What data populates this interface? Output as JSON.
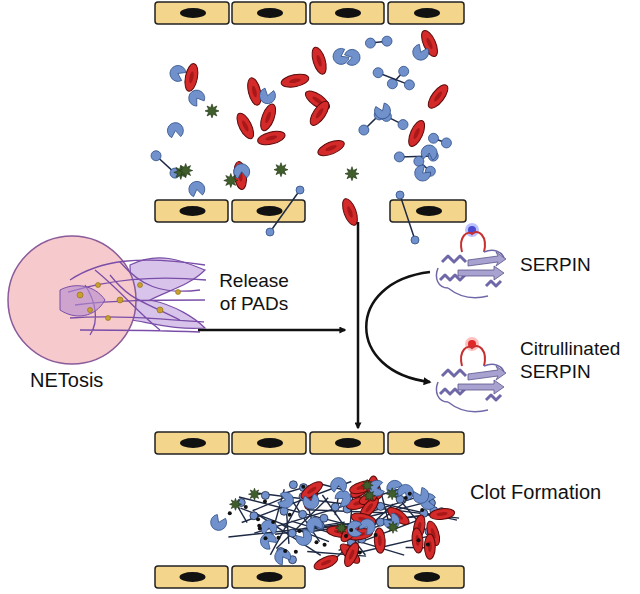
{
  "diagram": {
    "nodes": [
      {
        "text": [
          "SERPIN"
        ]
      },
      {
        "text": [
          "Citrullinated SERPIN"
        ]
      }
    ],
    "edges": [
      {
        "from": 0,
        "to": 1,
        "arrow": "to"
      }
    ],
    "labels": [
      "NETosis",
      "Release of PADs",
      "Clot Formation"
    ]
  }
}
